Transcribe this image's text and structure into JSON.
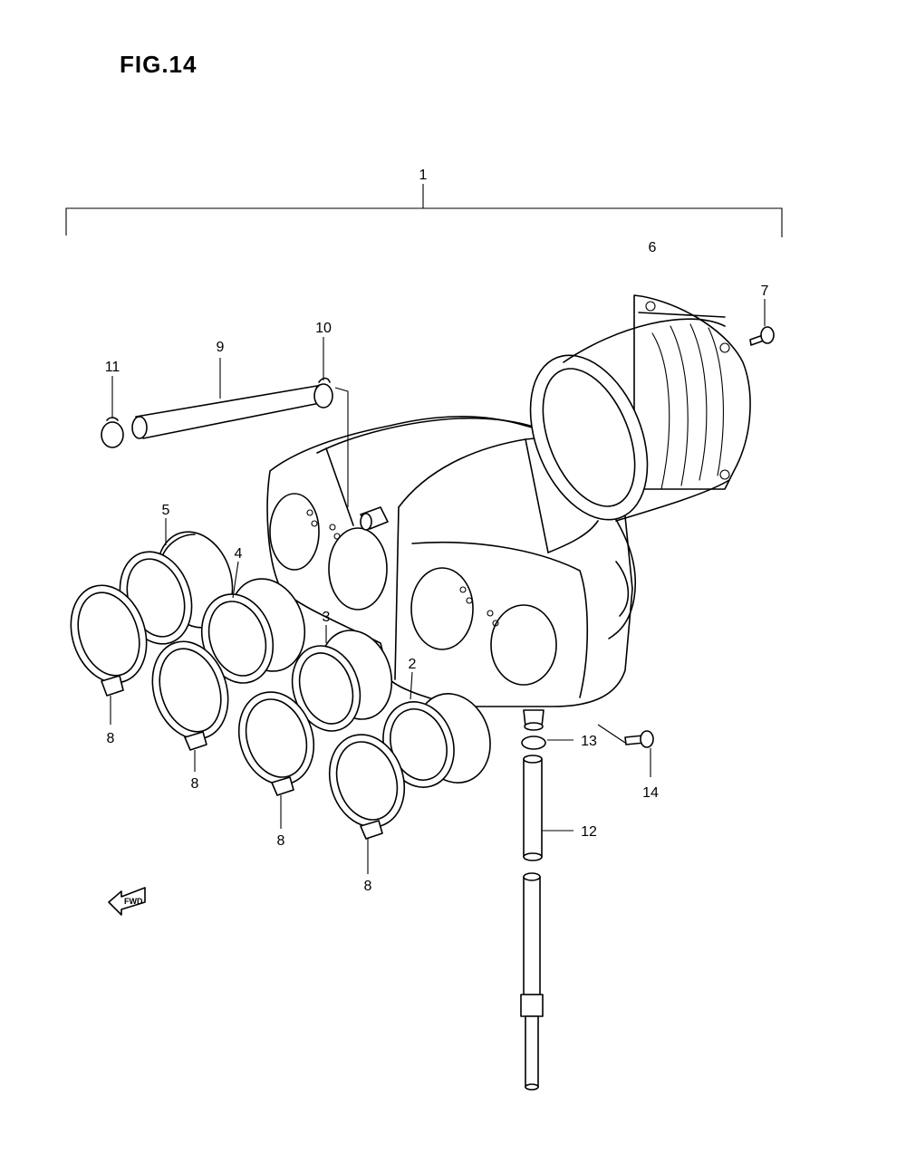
{
  "figure": {
    "title": "FIG.14"
  },
  "callouts": {
    "p1": "1",
    "p2": "2",
    "p3": "3",
    "p4": "4",
    "p5": "5",
    "p6": "6",
    "p7": "7",
    "p8a": "8",
    "p8b": "8",
    "p8c": "8",
    "p8d": "8",
    "p9": "9",
    "p10": "10",
    "p11": "11",
    "p12": "12",
    "p13": "13",
    "p14": "14"
  },
  "fwd_label": "FWD"
}
